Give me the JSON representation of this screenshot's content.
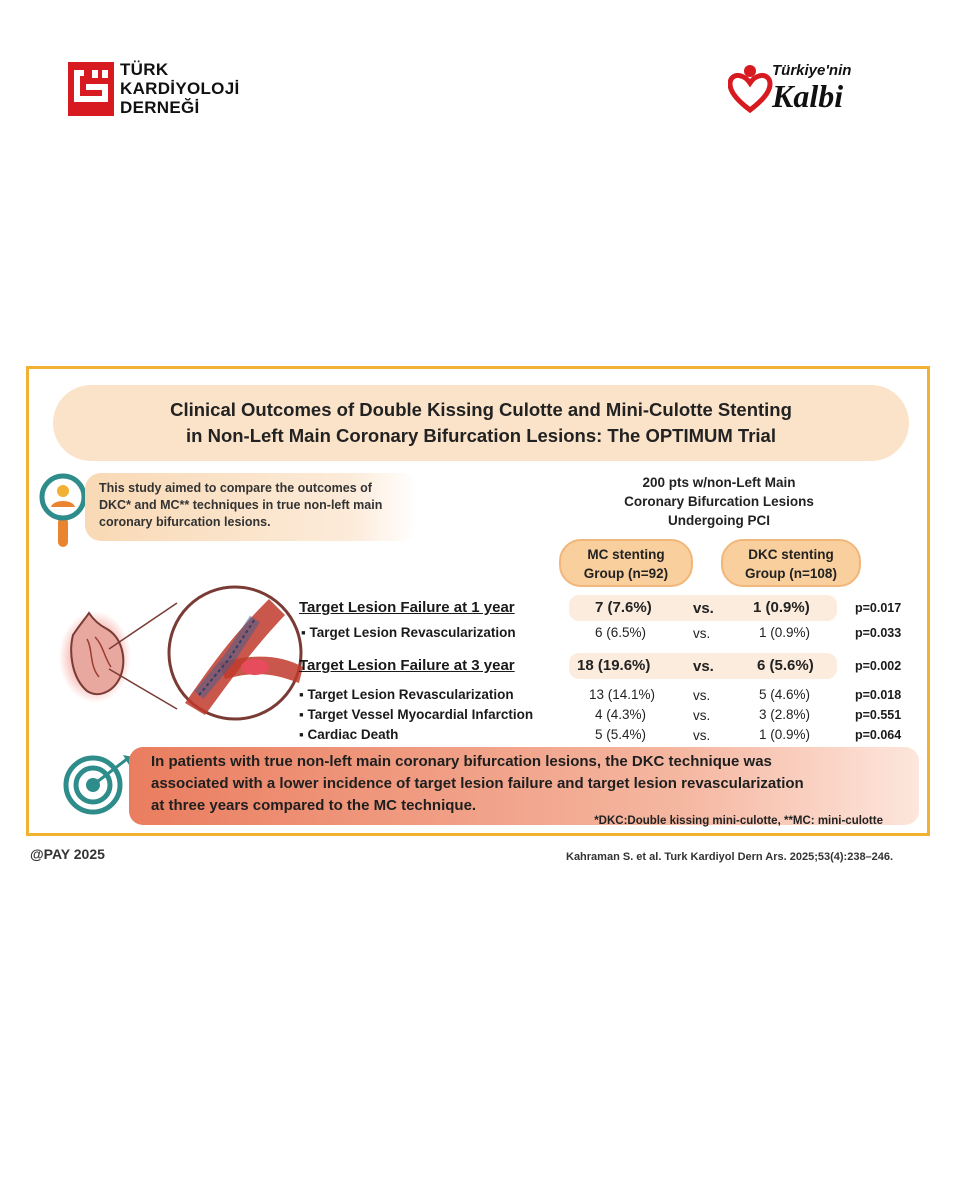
{
  "logos": {
    "tkd_lines": [
      "TÜRK",
      "KARDİYOLOJİ",
      "DERNEĞİ"
    ],
    "tk_line1": "Türkiye'nin",
    "tk_line2": "Kalbi"
  },
  "title": {
    "line1": "Clinical Outcomes of Double Kissing Culotte and Mini-Culotte Stenting",
    "line2": "in Non-Left Main Coronary Bifurcation Lesions: The OPTIMUM Trial"
  },
  "aim": {
    "line1": "This study aimed to compare the outcomes of",
    "line2": "DKC* and MC** techniques in true non-left main",
    "line3": "coronary bifurcation lesions."
  },
  "study": {
    "line1": "200 pts w/non-Left Main",
    "line2": "Coronary Bifurcation Lesions",
    "line3": "Undergoing PCI"
  },
  "groups": {
    "mc_line1": "MC stenting",
    "mc_line2": "Group (n=92)",
    "dkc_line1": "DKC stenting",
    "dkc_line2": "Group (n=108)"
  },
  "rows": [
    {
      "label": "Target Lesion Failure at 1 year",
      "mc": "7 (7.6%)",
      "vs": "vs.",
      "dkc": "1 (0.9%)",
      "p": "p=0.017"
    },
    {
      "label": "Target Lesion Revascularization",
      "mc": "6 (6.5%)",
      "vs": "vs.",
      "dkc": "1 (0.9%)",
      "p": "p=0.033"
    },
    {
      "label": "Target Lesion Failure at 3 year",
      "mc": "18 (19.6%)",
      "vs": "vs.",
      "dkc": "6 (5.6%)",
      "p": "p=0.002"
    },
    {
      "label": "Target Lesion Revascularization",
      "mc": "13 (14.1%)",
      "vs": "vs.",
      "dkc": "5 (4.6%)",
      "p": "p=0.018"
    },
    {
      "label": "Target Vessel Myocardial Infarction",
      "mc": "4 (4.3%)",
      "vs": "vs.",
      "dkc": "3 (2.8%)",
      "p": "p=0.551"
    },
    {
      "label": "Cardiac Death",
      "mc": "5 (5.4%)",
      "vs": "vs.",
      "dkc": "1 (0.9%)",
      "p": "p=0.064"
    }
  ],
  "conclusion": {
    "line1": "In patients with true non-left main coronary bifurcation lesions, the DKC technique was",
    "line2": "associated with a lower incidence of target lesion failure and target lesion revascularization",
    "line3": "at three years compared to the MC technique."
  },
  "footnote": "*DKC:Double kissing mini-culotte, **MC: mini-culotte",
  "footer": {
    "signature": "@PAY 2025",
    "citation": "Kahraman S. et al. Turk Kardiyol Dern Ars. 2025;53(4):238–246."
  },
  "colors": {
    "border": "#f2b132",
    "title_bg": "#fbe3c9",
    "group_bg": "#f9cf9e",
    "accent_red": "#d71920",
    "teal": "#2e8c8a"
  }
}
